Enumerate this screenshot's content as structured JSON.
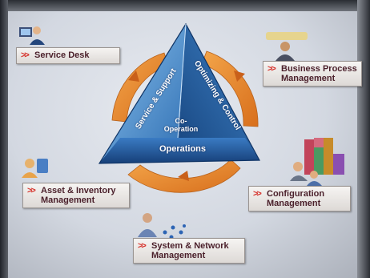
{
  "center": {
    "service_support": "Service & Support",
    "optimizing_control": "Optimizing & Control",
    "cooperation": "Co-Operation",
    "operations": "Operations"
  },
  "boxes": {
    "service_desk": "Service Desk",
    "business_process": "Business Process Management",
    "asset_inventory": "Asset & Inventory Management",
    "configuration": "Configuration Management",
    "system_network": "System & Network Management"
  },
  "colors": {
    "ring": "#e8882c",
    "triangle_light": "#5d9fd6",
    "triangle_dark": "#1d4f8f",
    "chevron": "#d6322b",
    "box_text": "#4a1f2a"
  }
}
